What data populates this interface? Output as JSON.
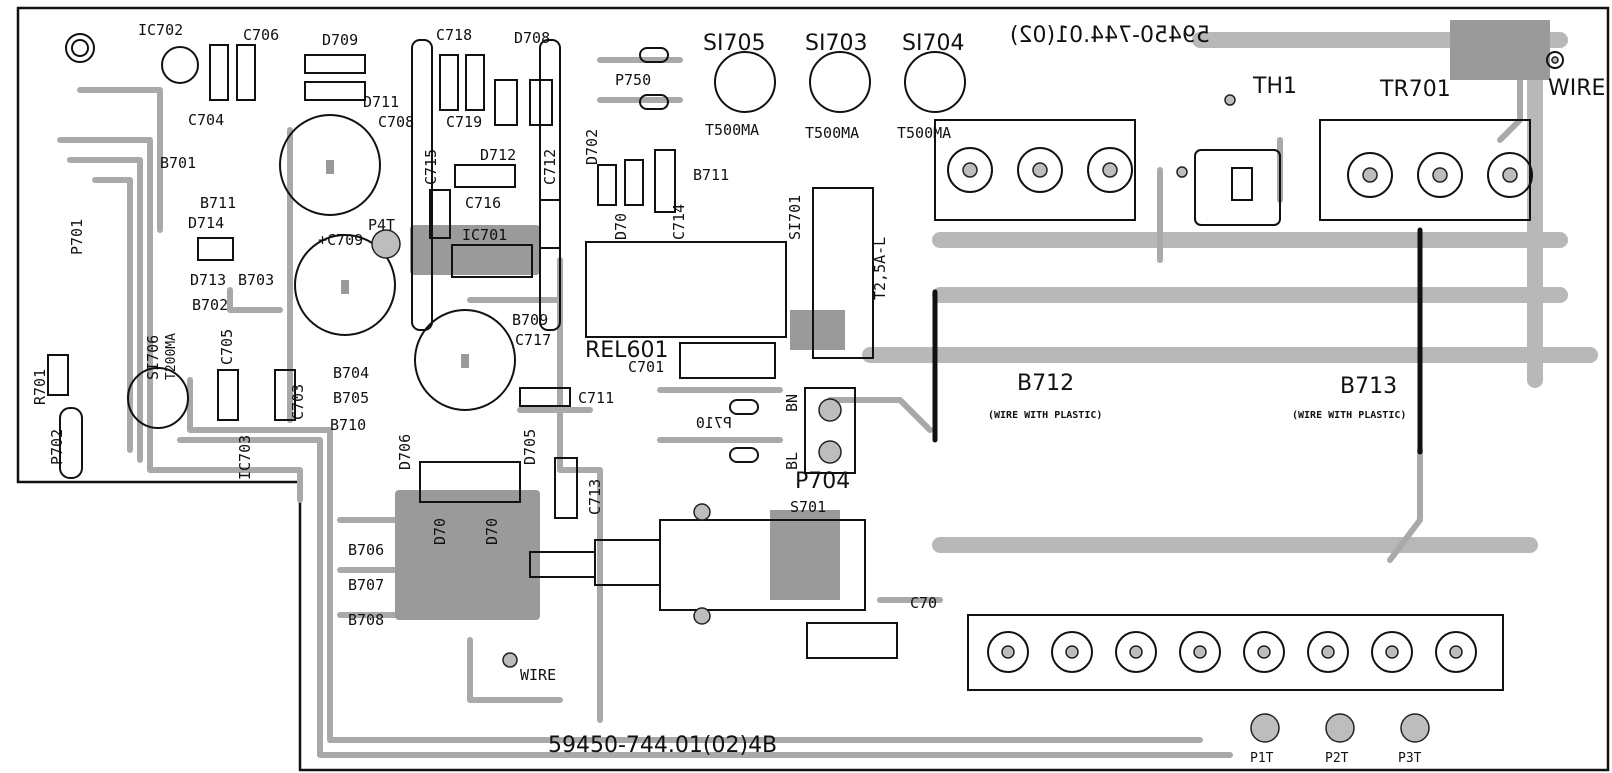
{
  "board": {
    "part_number": "59450-744.01(02)4B",
    "mirrored_part_number": "59450-744.01(02)",
    "colors": {
      "trace": "#a9a9a9",
      "outline": "#111111",
      "background": "#ffffff"
    }
  },
  "labels": {
    "ic702": "IC702",
    "c706": "C706",
    "d709": "D709",
    "c718": "C718",
    "d708": "D708",
    "si705": "SI705",
    "si703": "SI703",
    "si704": "SI704",
    "th1": "TH1",
    "tr701": "TR701",
    "wire_tr": "WIRE",
    "p750": "P750",
    "t500_1": "T500MA",
    "t500_2": "T500MA",
    "t500_3": "T500MA",
    "c704": "C704",
    "d711": "D711",
    "c708": "C708",
    "c719": "C719",
    "d712": "D712",
    "c715": "C715",
    "c712": "C712",
    "d702": "D702",
    "d70x": "D70",
    "c714": "C714",
    "b711r": "B711",
    "b701": "B701",
    "b711": "B711",
    "c716": "C716",
    "si701": "SI701",
    "d714": "D714",
    "p701": "P701",
    "p4t": "P4T",
    "c709": "+C709",
    "ic701": "IC701",
    "t25": "T2,5A-L",
    "d713": "D713",
    "b703": "B703",
    "b702": "B702",
    "si706": "SI706",
    "t200": "T200MA",
    "c705": "C705",
    "b709": "B709",
    "c717": "C717",
    "rel601": "REL601",
    "c701": "C701",
    "b704": "B704",
    "r701": "R701",
    "b705": "B705",
    "c711": "C711",
    "b710": "B710",
    "c703": "C703",
    "ic703": "IC703",
    "p702": "P702",
    "d706": "D706",
    "d705": "D705",
    "c713": "C713",
    "d707a": "D70",
    "d707b": "D70",
    "p710": "P710",
    "bn": "BN",
    "bl": "BL",
    "p704": "P704",
    "s701": "S701",
    "b712": "B712",
    "b713": "B713",
    "b712_note": "(WIRE WITH PLASTIC)",
    "b713_note": "(WIRE WITH PLASTIC)",
    "b706": "B706",
    "b707": "B707",
    "b708": "B708",
    "wire_bottom": "WIRE",
    "c700": "C70",
    "p1t": "P1T",
    "p2t": "P2T",
    "p3t": "P3T"
  }
}
